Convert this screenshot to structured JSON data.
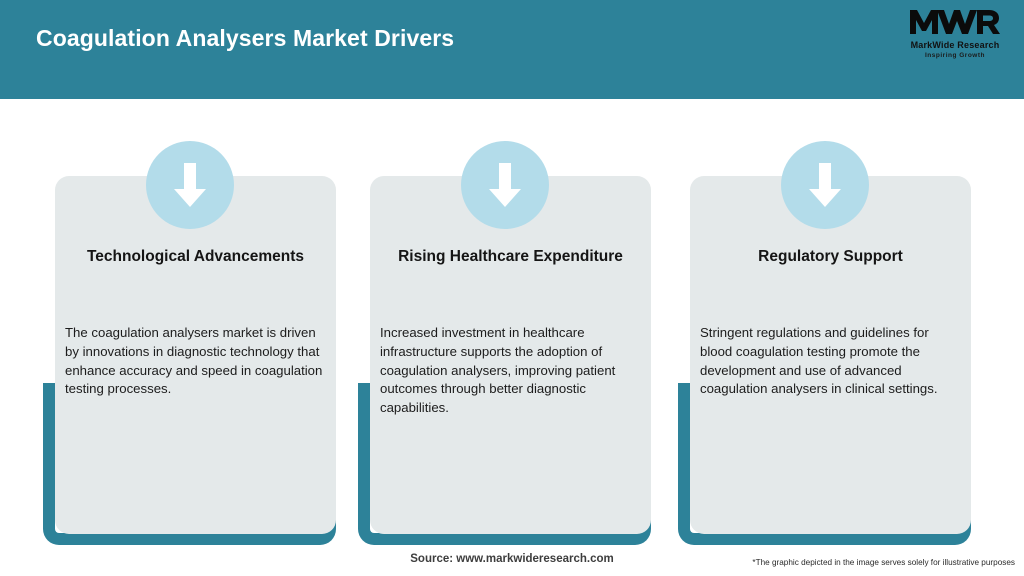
{
  "header": {
    "title": "Coagulation Analysers Market Drivers",
    "background_color": "#2d8299",
    "title_color": "#ffffff"
  },
  "logo": {
    "mark": "MWR",
    "name": "MarkWide Research",
    "tagline": "Inspiring Growth"
  },
  "theme": {
    "teal": "#2d8299",
    "card_background": "#e4e9ea",
    "icon_circle": "#b3dcea",
    "arrow": "#ffffff",
    "page_background": "#ffffff"
  },
  "cards": [
    {
      "icon": "arrow-down-icon",
      "heading": "Technological Advancements",
      "body": "The coagulation analysers market is driven by innovations in diagnostic technology that enhance accuracy and speed in coagulation testing processes."
    },
    {
      "icon": "arrow-down-icon",
      "heading": "Rising Healthcare Expenditure",
      "body": "Increased investment in healthcare infrastructure supports the adoption of coagulation analysers, improving patient outcomes through better diagnostic capabilities."
    },
    {
      "icon": "arrow-down-icon",
      "heading": "Regulatory Support",
      "body": "Stringent regulations and guidelines for blood coagulation testing promote the development and use of advanced coagulation analysers in clinical settings."
    }
  ],
  "footer": {
    "source": "Source: www.markwideresearch.com",
    "disclaimer": "*The graphic depicted in the image serves solely for illustrative purposes"
  }
}
